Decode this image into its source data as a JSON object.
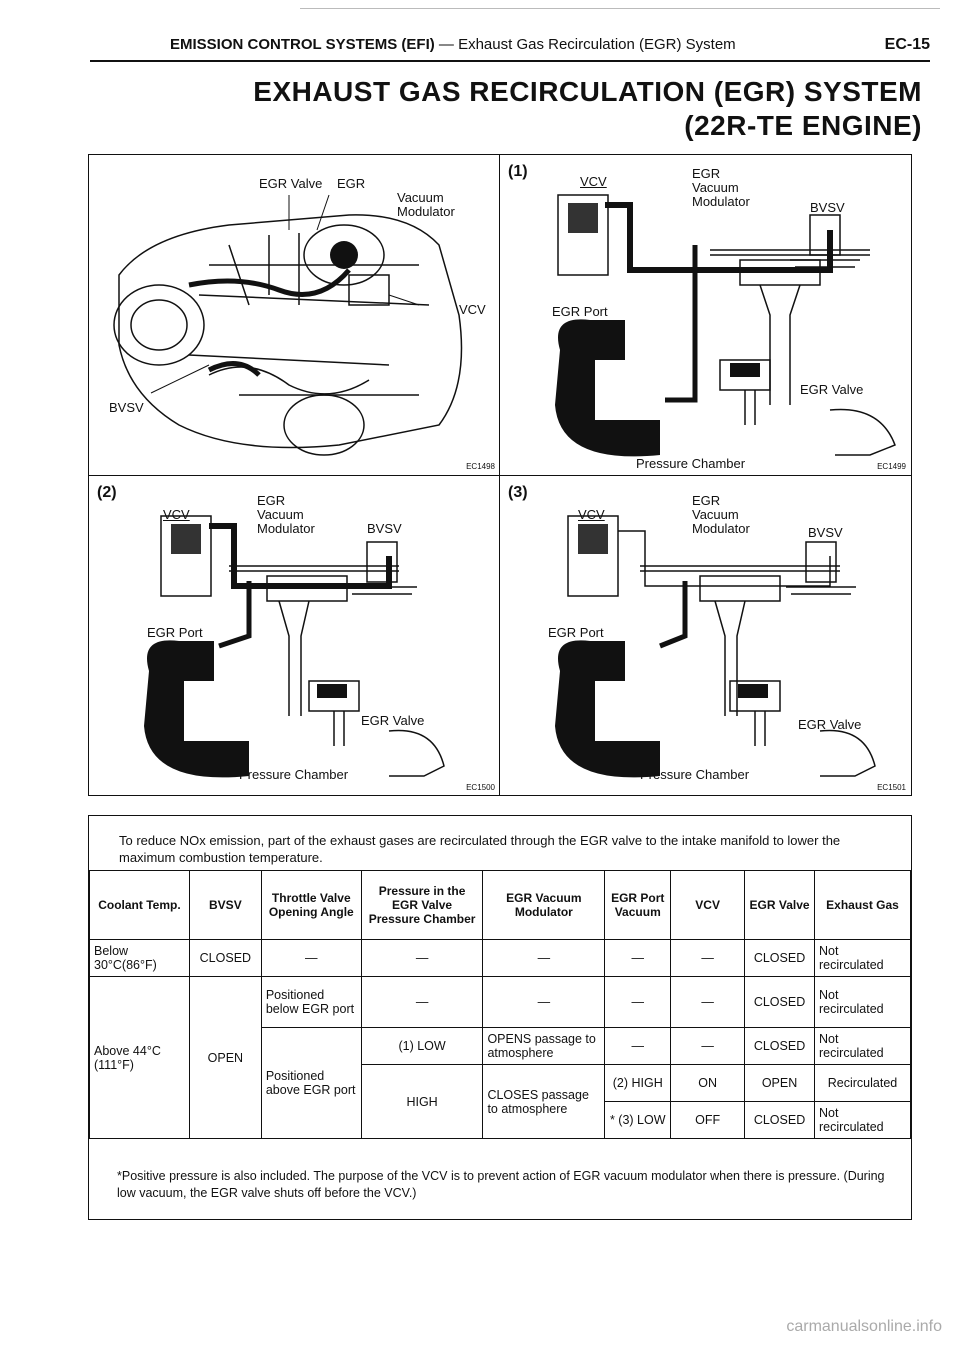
{
  "header": {
    "section": "EMISSION CONTROL SYSTEMS (EFI)",
    "subsection": " — Exhaust Gas Recirculation (EGR) System",
    "page": "EC-15"
  },
  "title": {
    "line1": "EXHAUST GAS RECIRCULATION (EGR) SYSTEM",
    "line2": "(22R-TE ENGINE)"
  },
  "figures": {
    "engine": {
      "labels": [
        "EGR Valve",
        "EGR",
        "Vacuum",
        "Modulator",
        "VCV",
        "BVSV"
      ],
      "code": "EC1498"
    },
    "fig1": {
      "number": "(1)",
      "labels": [
        "EGR",
        "VCV",
        "Vacuum",
        "Modulator",
        "BVSV",
        "EGR Port",
        "EGR Valve",
        "Pressure Chamber"
      ],
      "code": "EC1499"
    },
    "fig2": {
      "number": "(2)",
      "labels": [
        "EGR",
        "VCV",
        "Vacuum",
        "Modulator",
        "BVSV",
        "EGR Port",
        "EGR Valve",
        "Pressure Chamber"
      ],
      "code": "EC1500"
    },
    "fig3": {
      "number": "(3)",
      "labels": [
        "EGR",
        "VCV",
        "Vacuum",
        "Modulator",
        "BVSV",
        "EGR Port",
        "EGR Valve",
        "Pressure Chamber"
      ],
      "code": "EC1501"
    }
  },
  "intro": "To reduce NOx emission, part of the exhaust gases are recirculated through the EGR valve to the intake manifold to lower the maximum combustion temperature.",
  "table": {
    "headers": [
      "Coolant Temp.",
      "BVSV",
      "Throttle Valve Opening Angle",
      "Pressure in the EGR Valve Pressure Chamber",
      "EGR Vacuum Modulator",
      "EGR Port Vacuum",
      "VCV",
      "EGR Valve",
      "Exhaust Gas"
    ],
    "coolant_below": "Below 30°C(86°F)",
    "coolant_above": "Above 44°C (111°F)",
    "bvsv_closed": "CLOSED",
    "bvsv_open": "OPEN",
    "throttle_below": "Positioned below EGR port",
    "throttle_above": "Positioned above EGR port",
    "dash": "—",
    "pressure_low": "(1) LOW",
    "pressure_high": "HIGH",
    "mod_opens": "OPENS passage to atmosphere",
    "mod_closes": "CLOSES passage to atmosphere",
    "port_high": "(2) HIGH",
    "port_low": "* (3) LOW",
    "vcv_on": "ON",
    "vcv_off": "OFF",
    "valve_closed": "CLOSED",
    "valve_open": "OPEN",
    "gas_not": "Not recirculated",
    "gas_yes": "Recirculated"
  },
  "note": "*Positive pressure is also included. The purpose of the VCV is to prevent action of EGR vacuum modulator when there is pressure. (During low vacuum, the EGR valve shuts off before the VCV.)",
  "footer": "carmanualsonline.info"
}
